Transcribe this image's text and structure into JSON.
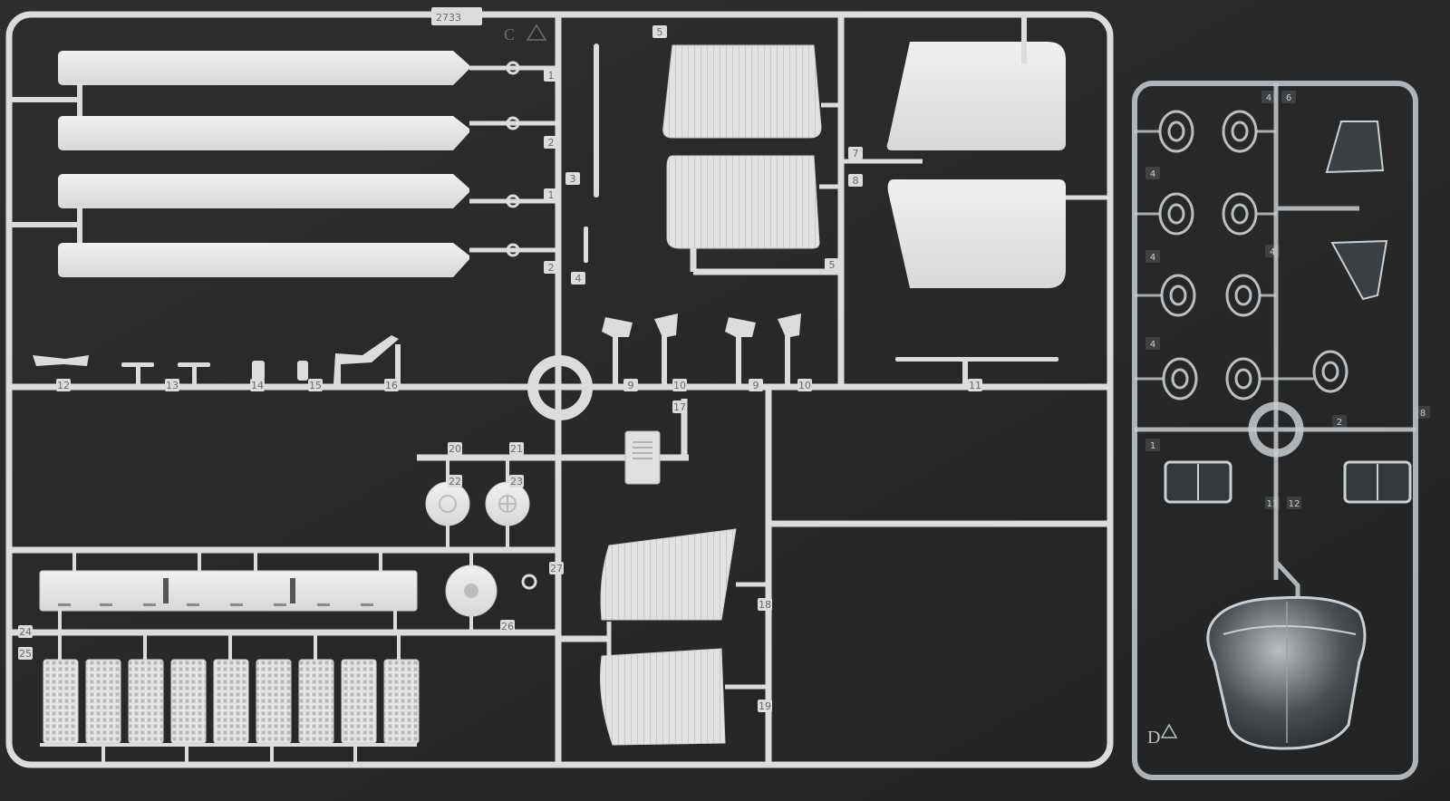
{
  "grey_sprue": {
    "code": "2733",
    "letter": "C",
    "part_numbers": [
      "1",
      "2",
      "1",
      "2",
      "3",
      "4",
      "5",
      "5",
      "7",
      "8",
      "9",
      "10",
      "9",
      "10",
      "11",
      "12",
      "13",
      "14",
      "15",
      "16",
      "17",
      "18",
      "19",
      "20",
      "21",
      "22",
      "23",
      "24",
      "25",
      "26",
      "27"
    ]
  },
  "clear_sprue": {
    "letter": "D",
    "part_numbers": [
      "4",
      "6",
      "4",
      "4",
      "4",
      "4",
      "1",
      "2",
      "8",
      "11",
      "12"
    ]
  },
  "colors": {
    "background": "#2b2b2b",
    "grey_plastic": "#e4e4e2",
    "clear_plastic": "#cfd6da"
  }
}
